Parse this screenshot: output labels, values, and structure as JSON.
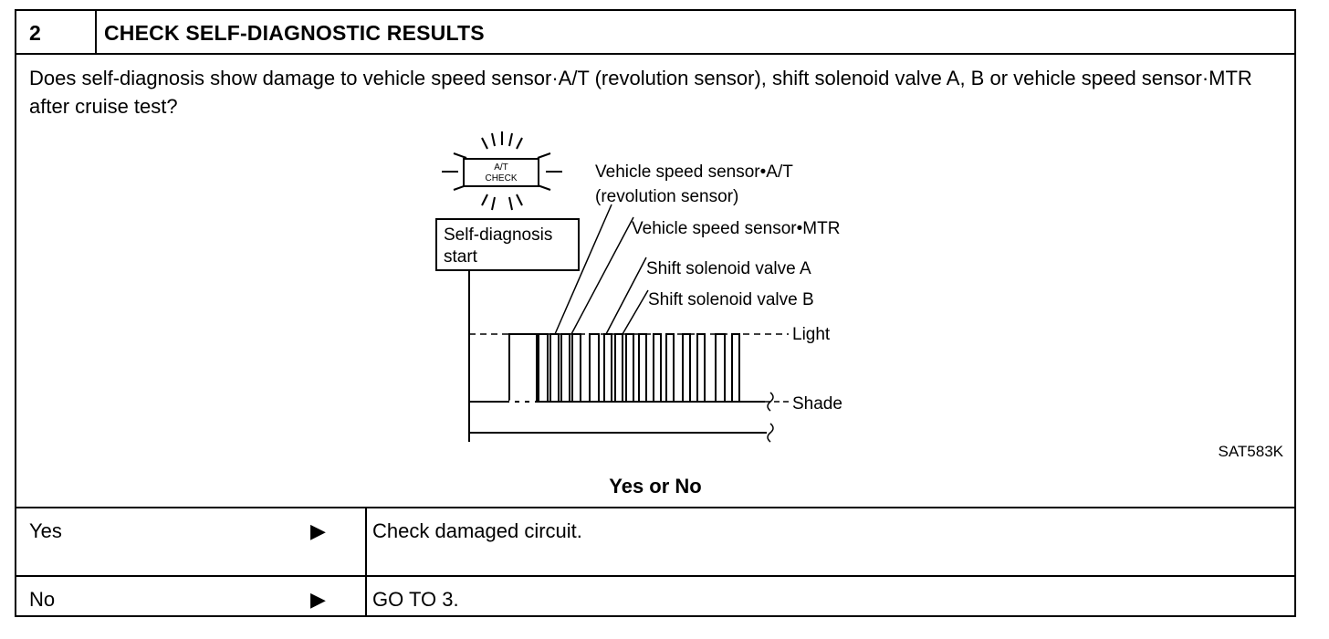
{
  "header": {
    "step_number": "2",
    "title": "CHECK SELF-DIAGNOSTIC RESULTS"
  },
  "question": "Does self-diagnosis show damage to vehicle speed sensor·A/T (revolution sensor), shift solenoid valve A, B or vehicle speed sensor·MTR after cruise test?",
  "diagram": {
    "lamp_line1": "A/T",
    "lamp_line2": "CHECK",
    "start_box_line1": "Self-diagnosis",
    "start_box_line2": "start",
    "label_vss_at_line1": "Vehicle speed sensor•A/T",
    "label_vss_at_line2": "(revolution sensor)",
    "label_vss_mtr": "Vehicle speed sensor•MTR",
    "label_ssv_a": "Shift solenoid valve A",
    "label_ssv_b": "Shift solenoid valve B",
    "label_light": "Light",
    "label_shade": "Shade"
  },
  "figure_code": "SAT583K",
  "answer_prompt": "Yes or No",
  "answers": [
    {
      "answer": "Yes",
      "arrow": "▶",
      "action": "Check damaged circuit."
    },
    {
      "answer": "No",
      "arrow": "▶",
      "action": "GO TO 3."
    }
  ]
}
